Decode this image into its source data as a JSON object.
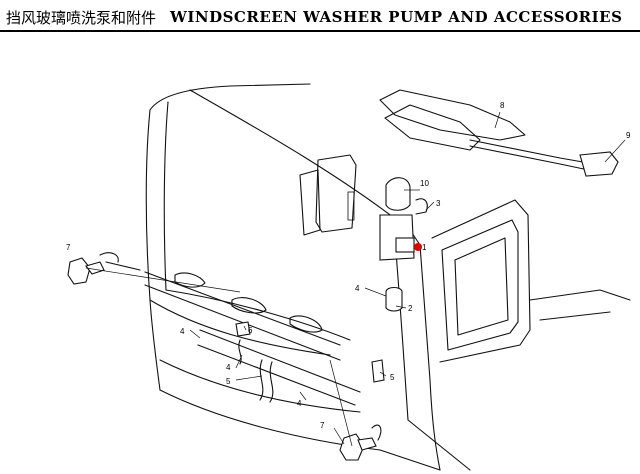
{
  "header": {
    "title_cn": "挡风玻璃喷洗泵和附件",
    "title_en": "WINDSCREEN WASHER PUMP AND ACCESSORIES"
  },
  "callouts": {
    "c1": "1",
    "c2": "2",
    "c3": "3",
    "c4a": "4",
    "c4b": "4",
    "c4c": "4",
    "c4d": "4",
    "c5a": "5",
    "c5b": "5",
    "c6": "6",
    "c7a": "7",
    "c7b": "7",
    "c8": "8",
    "c9": "9",
    "c10": "10"
  },
  "colors": {
    "highlight": "#e00000",
    "line": "#111111"
  }
}
